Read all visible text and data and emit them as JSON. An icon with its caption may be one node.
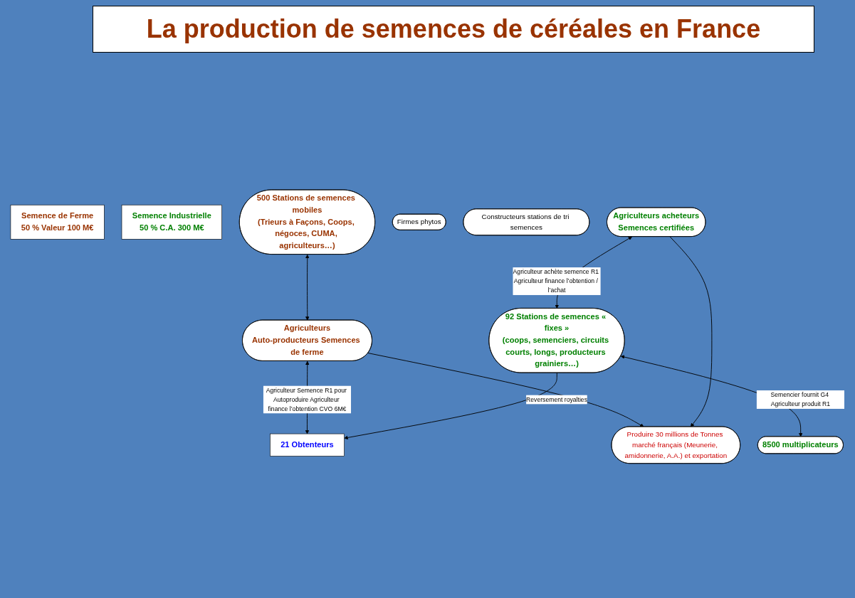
{
  "diagram": {
    "title": "La production de semences de céréales en France",
    "nodes": [
      {
        "text": [
          "Semence de Ferme",
          "50 % Valeur 100 M€"
        ]
      },
      {
        "text": [
          "21 Obtenteurs"
        ]
      },
      {
        "text": [
          "Semence Industrielle",
          "50 % C.A. 300 M€"
        ]
      },
      {
        "text": [
          "500 Stations de semences mobiles",
          "(Trieurs à Façons, Coops, négoces, CUMA, agriculteurs…)"
        ]
      },
      {
        "text": [
          "Firmes phytos"
        ]
      },
      {
        "text": [
          "92 Stations de semences « fixes »",
          "(coops, semenciers, circuits courts, longs, producteurs grainiers…)"
        ]
      },
      {
        "text": [
          "Constructeurs stations de tri semences"
        ]
      },
      {
        "text": [
          "Agriculteurs",
          "Auto-producteurs Semences de ferme"
        ]
      },
      {
        "text": [
          "Agriculteurs acheteurs",
          "Semences certifiées"
        ]
      },
      {
        "text": [
          "8500 multiplicateurs"
        ]
      },
      {
        "text": [
          "Produire 30 millions de Tonnes marché français (Meunerie, amidonnerie, A.A.) et exportation"
        ]
      }
    ],
    "edges": [
      {
        "from": 3,
        "to": 7,
        "arrow": "both"
      },
      {
        "from": 7,
        "to": 1,
        "arrow": "both",
        "label": "Agriculteur Semence R1 pour Autoproduire Agriculteur finance l’obtention CVO 6M€"
      },
      {
        "from": 5,
        "to": 1,
        "arrow": "to",
        "label": "Reversement royalties"
      },
      {
        "from": 8,
        "to": 5,
        "arrow": "both",
        "label": "Agriculteur achète semence R1 Agriculteur finance l’obtention / l’achat"
      },
      {
        "from": 5,
        "to": 9,
        "arrow": "both",
        "label": "Semencier fournit G4 Agriculteur produit R1"
      },
      {
        "from": 7,
        "to": 10,
        "arrow": "to"
      },
      {
        "from": 8,
        "to": 10,
        "arrow": "to"
      }
    ]
  }
}
